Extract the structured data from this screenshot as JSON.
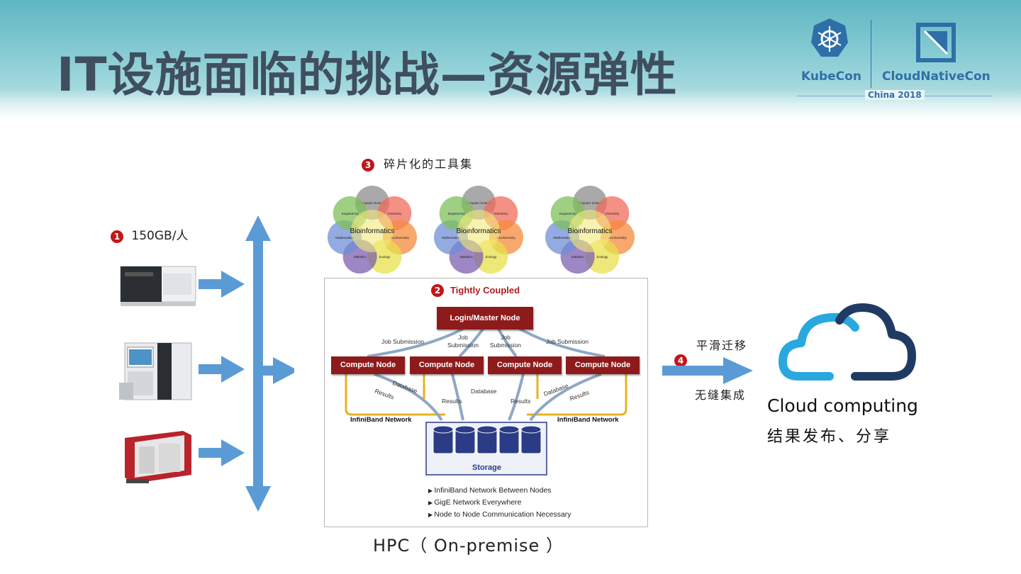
{
  "slide": {
    "title": "IT设施面临的挑战—资源弹性"
  },
  "logo": {
    "kubecon": "KubeCon",
    "cloudnativecon": "CloudNativeCon",
    "event": "China 2018"
  },
  "left": {
    "note_number": "1",
    "note_text": "150GB/人",
    "devices": [
      "sequencer-device",
      "sequencer-device",
      "sequencer-device"
    ]
  },
  "toolkits": {
    "note_number": "3",
    "note_text": "碎片化的工具集",
    "center_label": "Bioinformatics",
    "petals": [
      "Computer Science",
      "Chemistry",
      "Biochemistry",
      "Zoology",
      "Statistics",
      "Mathematics",
      "Engineering"
    ]
  },
  "hpc": {
    "note_number": "2",
    "heading": "Tightly Coupled",
    "master": "Login/Master Node",
    "compute_nodes": [
      "Compute Node",
      "Compute Node",
      "Compute Node",
      "Compute Node"
    ],
    "job_submission": "Job Submission",
    "job_short": "Job",
    "submission_short": "Submission",
    "database": "Database",
    "results": "Results",
    "network_left": "InfiniBand Network",
    "network_right": "InfiniBand Network",
    "storage": "Storage",
    "bullets": [
      "InfiniBand Network Between Nodes",
      "GigE Network Everywhere",
      "Node to Node Communication Necessary"
    ],
    "caption": "HPC（ On-premise ）"
  },
  "migration": {
    "note_number": "4",
    "above": "平滑迁移",
    "below": "无缝集成"
  },
  "cloud": {
    "label": "Cloud computing",
    "sub": "结果发布、分享"
  },
  "colors": {
    "arrow": "#5b9bd5",
    "node": "#8e1b1b",
    "badge": "#c0171c",
    "network": "#e8b21c",
    "storage": "#2b3b86",
    "cloud_light": "#29a8e0",
    "cloud_dark": "#1f3b63"
  }
}
